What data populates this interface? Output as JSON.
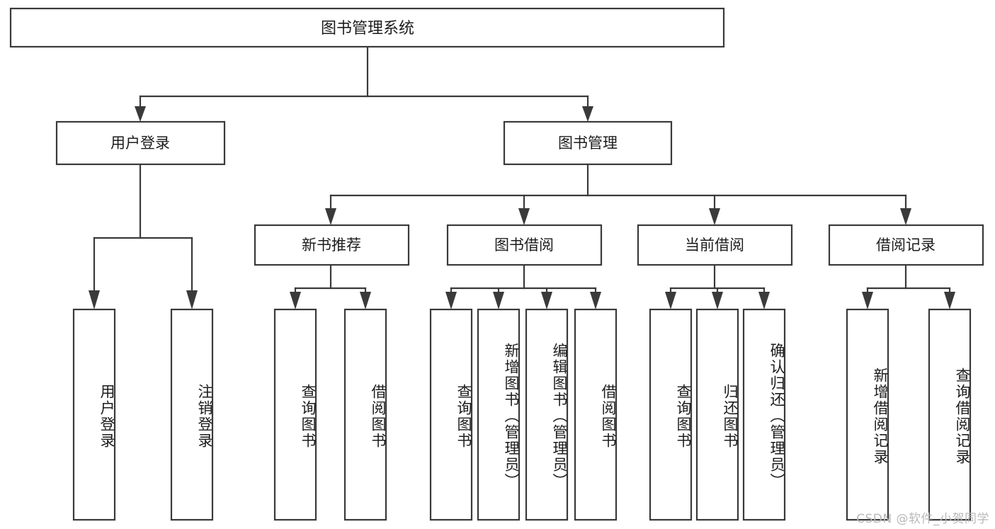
{
  "diagram": {
    "title": "图书管理系统",
    "type": "hierarchy-tree",
    "orientation": "top-down",
    "colors": {
      "box_stroke": "#3a3a3a",
      "box_fill": "#ffffff",
      "connector": "#3a3a3a",
      "text": "#1c1c1c",
      "watermark": "#b9b9b9",
      "background": "#ffffff"
    },
    "root": {
      "id": "root",
      "label": "图书管理系统"
    },
    "level2": [
      {
        "id": "user-login",
        "label": "用户登录"
      },
      {
        "id": "book-manage",
        "label": "图书管理"
      }
    ],
    "level3": [
      {
        "id": "new-book-rec",
        "label": "新书推荐",
        "parent": "book-manage"
      },
      {
        "id": "book-borrow",
        "label": "图书借阅",
        "parent": "book-manage"
      },
      {
        "id": "current-borrow",
        "label": "当前借阅",
        "parent": "book-manage"
      },
      {
        "id": "borrow-record",
        "label": "借阅记录",
        "parent": "book-manage"
      }
    ],
    "leaves": [
      {
        "id": "leaf-user-login",
        "label": "用户登录",
        "parent": "user-login"
      },
      {
        "id": "leaf-user-logout",
        "label": "注销登录",
        "parent": "user-login"
      },
      {
        "id": "leaf-query-book-1",
        "label": "查询图书",
        "parent": "new-book-rec"
      },
      {
        "id": "leaf-borrow-book-1",
        "label": "借阅图书",
        "parent": "new-book-rec"
      },
      {
        "id": "leaf-query-book-2",
        "label": "查询图书",
        "parent": "book-borrow"
      },
      {
        "id": "leaf-add-book",
        "label": "新增图书（管理员）",
        "parent": "book-borrow"
      },
      {
        "id": "leaf-edit-book",
        "label": "编辑图书（管理员）",
        "parent": "book-borrow"
      },
      {
        "id": "leaf-borrow-book-2",
        "label": "借阅图书",
        "parent": "book-borrow"
      },
      {
        "id": "leaf-query-book-3",
        "label": "查询图书",
        "parent": "current-borrow"
      },
      {
        "id": "leaf-return-book",
        "label": "归还图书",
        "parent": "current-borrow"
      },
      {
        "id": "leaf-confirm-return",
        "label": "确认归还（管理员）",
        "parent": "current-borrow"
      },
      {
        "id": "leaf-add-record",
        "label": "新增借阅记录",
        "parent": "borrow-record"
      },
      {
        "id": "leaf-query-record",
        "label": "查询借阅记录",
        "parent": "borrow-record"
      }
    ],
    "watermark": "CSDN @软件_小贺同学"
  }
}
